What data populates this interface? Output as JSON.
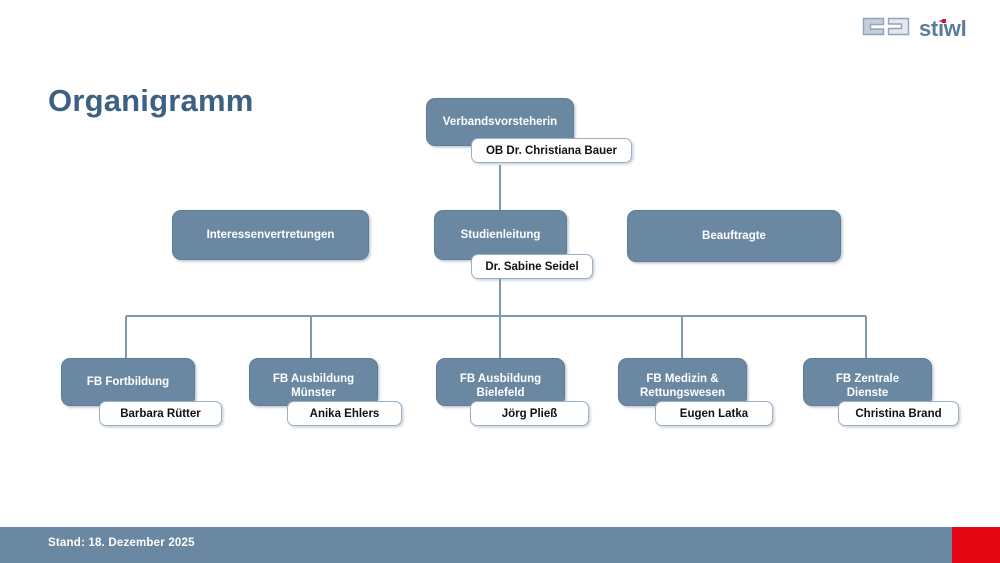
{
  "slide": {
    "title": "Organigramm",
    "background_color": "#ffffff",
    "accent_color": "#6b88a2",
    "title_color": "#3d6183",
    "red_accent_color": "#e30613"
  },
  "logo": {
    "wordmark": "stiwl",
    "mark_name": "stiwl-bracket-mark",
    "color": "#5b7d9a",
    "dot_color": "#d9141e"
  },
  "footer": {
    "status_text": "Stand: 18. Dezember 2025"
  },
  "chart_data": {
    "type": "org-chart",
    "title": "Organigramm",
    "box_fill": "#6b88a2",
    "box_text_color": "#ffffff",
    "person_fill": "#ffffff",
    "person_text_color": "#111111",
    "connector_color": "#7e99b0",
    "levels": [
      {
        "level": 1,
        "nodes": [
          {
            "unit": "Verbandsvorsteherin",
            "person": "OB Dr. Christiana Bauer"
          }
        ]
      },
      {
        "level": 2,
        "nodes": [
          {
            "unit": "Interessenvertretungen",
            "person": null
          },
          {
            "unit": "Studienleitung",
            "person": "Dr. Sabine Seidel"
          },
          {
            "unit": "Beauftragte",
            "person": null
          }
        ]
      },
      {
        "level": 3,
        "nodes": [
          {
            "unit": "FB Fortbildung",
            "person": "Barbara Rütter"
          },
          {
            "unit": "FB Ausbildung Münster",
            "person": "Anika Ehlers"
          },
          {
            "unit": "FB Ausbildung Bielefeld",
            "person": "Jörg Pließ"
          },
          {
            "unit": "FB Medizin & Rettungswesen",
            "person": "Eugen Latka"
          },
          {
            "unit": "FB Zentrale Dienste",
            "person": "Christina Brand"
          }
        ]
      }
    ]
  },
  "nodes": {
    "verbandsvorsteherin": {
      "unit": "Verbandsvorsteherin",
      "person": "OB Dr. Christiana Bauer"
    },
    "interessenvertretungen": {
      "unit": "Interessenvertretungen"
    },
    "studienleitung": {
      "unit": "Studienleitung",
      "person": "Dr. Sabine Seidel"
    },
    "beauftragte": {
      "unit": "Beauftragte"
    },
    "fb_fortbildung": {
      "unit": "FB Fortbildung",
      "person": "Barbara Rütter"
    },
    "fb_ausbildung_muenster": {
      "unit_line1": "FB Ausbildung",
      "unit_line2": "Münster",
      "person": "Anika Ehlers"
    },
    "fb_ausbildung_bielefeld": {
      "unit_line1": "FB Ausbildung",
      "unit_line2": "Bielefeld",
      "person": "Jörg Pließ"
    },
    "fb_medizin_rettungswesen": {
      "unit_line1": "FB Medizin &",
      "unit_line2": "Rettungswesen",
      "person": "Eugen Latka"
    },
    "fb_zentrale_dienste": {
      "unit_line1": "FB Zentrale",
      "unit_line2": "Dienste",
      "person": "Christina Brand"
    }
  }
}
